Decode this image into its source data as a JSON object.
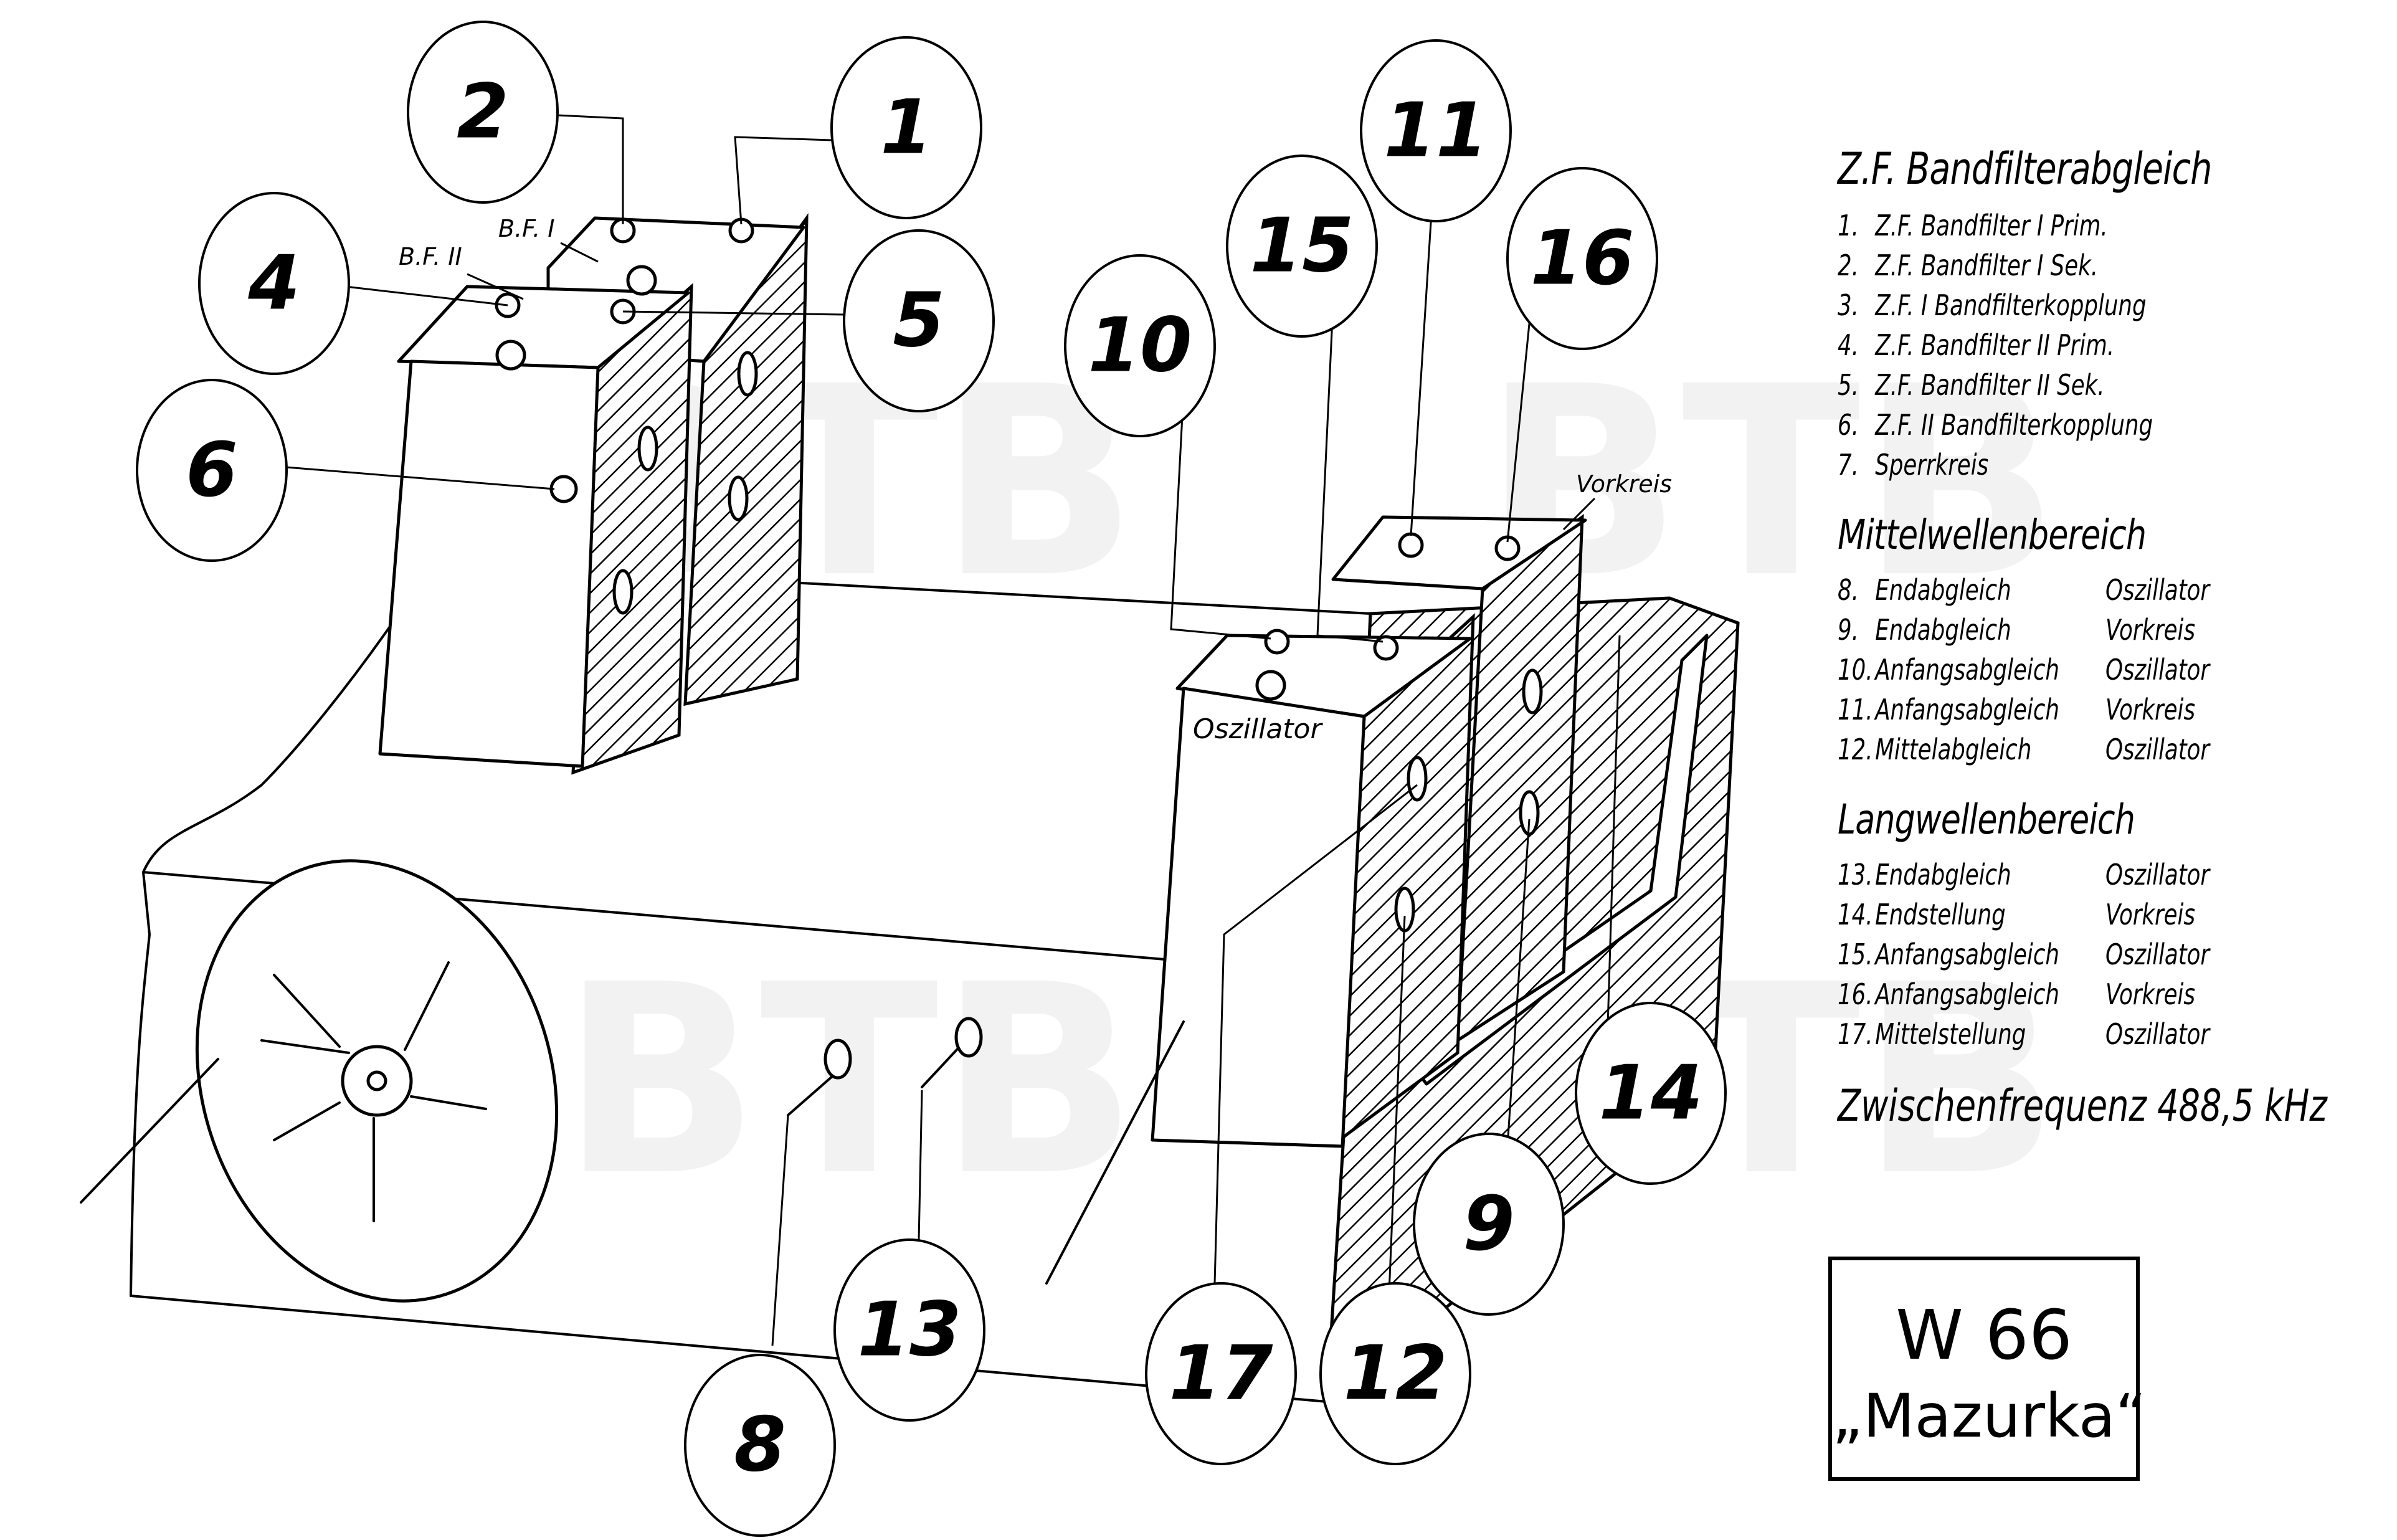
{
  "title_block": {
    "model": "W 66",
    "name": "„Mazurka“"
  },
  "watermark": "BTB",
  "diagram_labels": {
    "bf1": "B.F. I",
    "bf2": "B.F. II",
    "oszillator": "Oszillator",
    "vorkreis": "Vorkreis"
  },
  "callouts": [
    "1",
    "2",
    "4",
    "5",
    "6",
    "8",
    "9",
    "10",
    "11",
    "12",
    "13",
    "14",
    "15",
    "16",
    "17"
  ],
  "legend": {
    "sections": [
      {
        "title": "Z.F. Bandfilterabgleich",
        "items": [
          {
            "num": "1.",
            "text": "Z.F. Bandfilter I  Prim."
          },
          {
            "num": "2.",
            "text": "Z.F. Bandfilter I  Sek."
          },
          {
            "num": "3.",
            "text": "Z.F. I Bandfilterkopplung"
          },
          {
            "num": "4.",
            "text": "Z.F. Bandfilter II  Prim."
          },
          {
            "num": "5.",
            "text": "Z.F. Bandfilter II  Sek."
          },
          {
            "num": "6.",
            "text": "Z.F. II Bandfilterkopplung"
          },
          {
            "num": "7.",
            "text": "Sperrkreis"
          }
        ]
      },
      {
        "title": "Mittelwellenbereich",
        "items": [
          {
            "num": "8.",
            "text": "Endabgleich",
            "target": "Oszillator"
          },
          {
            "num": "9.",
            "text": "Endabgleich",
            "target": "Vorkreis"
          },
          {
            "num": "10.",
            "text": "Anfangsabgleich",
            "target": "Oszillator"
          },
          {
            "num": "11.",
            "text": "Anfangsabgleich",
            "target": "Vorkreis"
          },
          {
            "num": "12.",
            "text": "Mittelabgleich",
            "target": "Oszillator"
          }
        ]
      },
      {
        "title": "Langwellenbereich",
        "items": [
          {
            "num": "13.",
            "text": "Endabgleich",
            "target": "Oszillator"
          },
          {
            "num": "14.",
            "text": "Endstellung",
            "target": "Vorkreis"
          },
          {
            "num": "15.",
            "text": "Anfangsabgleich",
            "target": "Oszillator"
          },
          {
            "num": "16.",
            "text": "Anfangsabgleich",
            "target": "Vorkreis"
          },
          {
            "num": "17.",
            "text": "Mittelstellung",
            "target": "Oszillator"
          }
        ]
      }
    ],
    "frequency": "Zwischenfrequenz 488,5 kHz"
  }
}
